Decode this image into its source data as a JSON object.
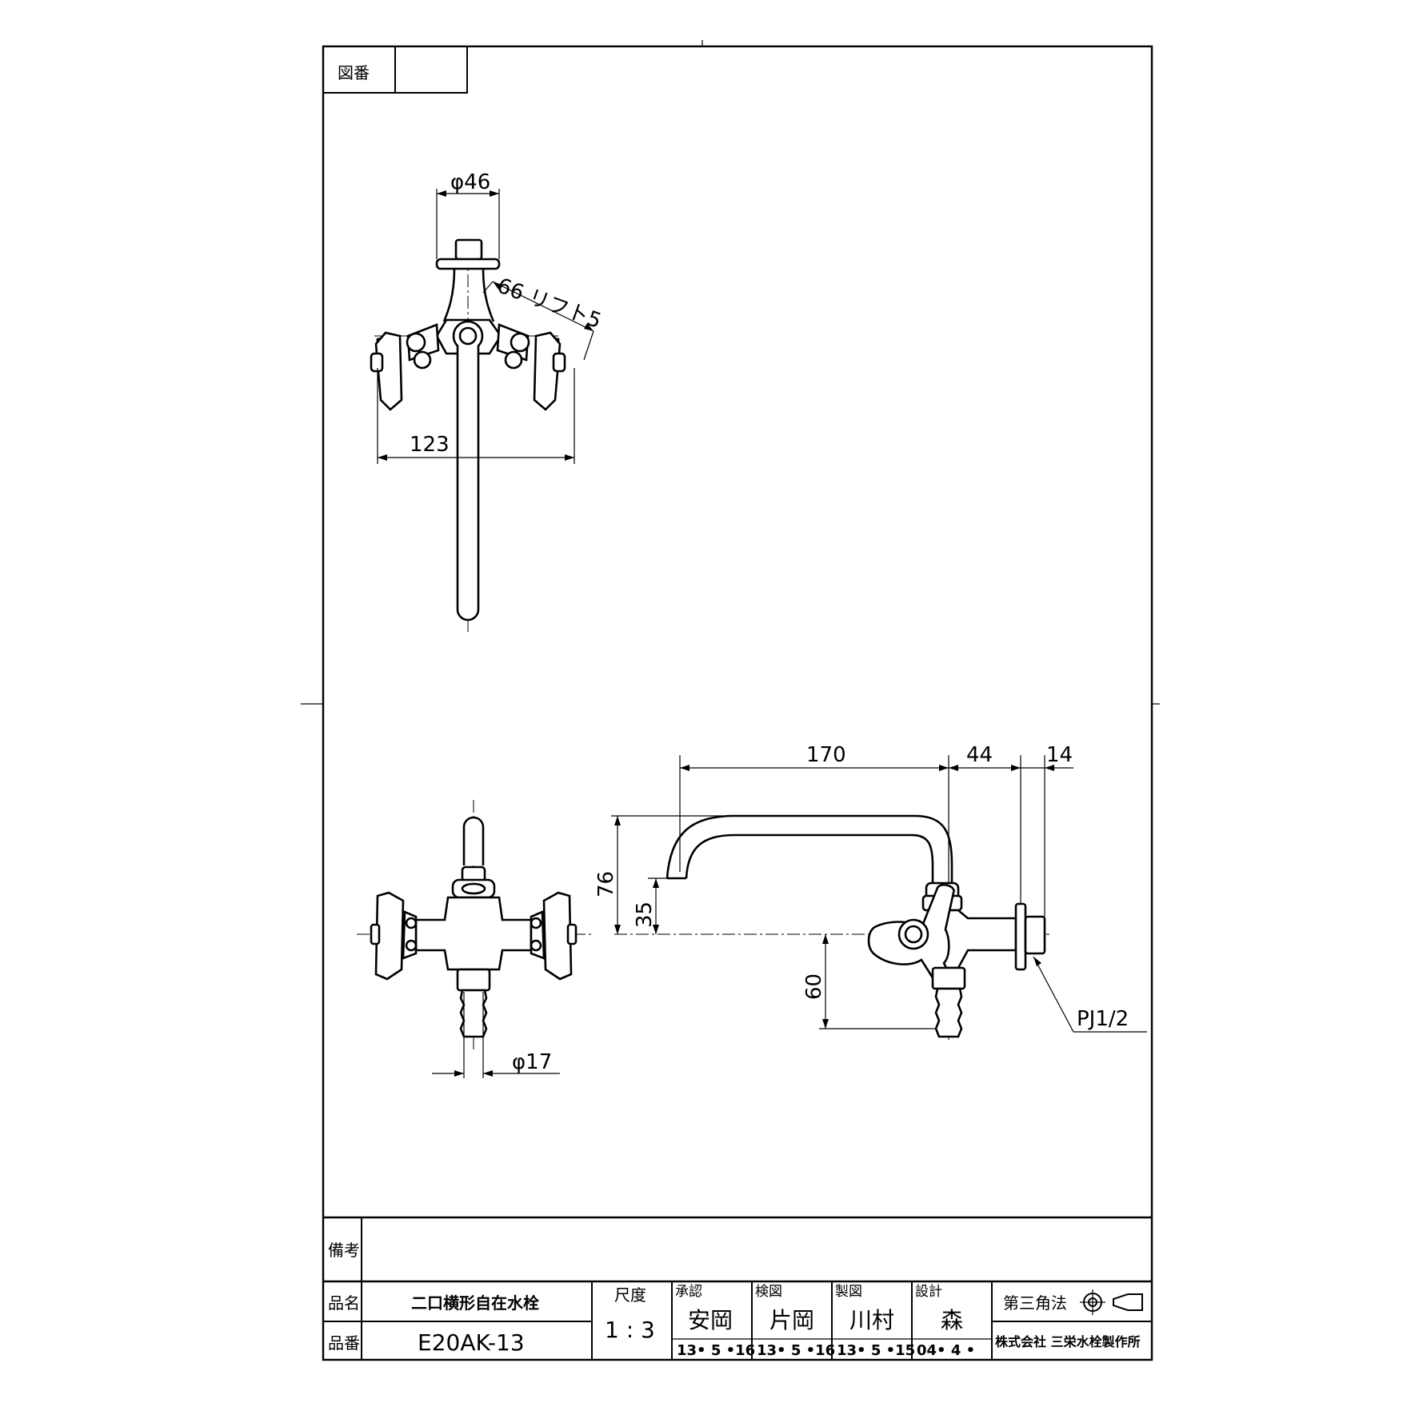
{
  "title_block": {
    "drawing_no_label": "図番",
    "drawing_no_value": "",
    "remarks_label": "備考",
    "remarks_value": "",
    "product_name_label": "品名",
    "product_name": "二口横形自在水栓",
    "product_no_label": "品番",
    "product_no": "E20AK-13",
    "scale_label": "尺度",
    "scale": "1 : 3",
    "approved_label": "承認",
    "approved_by": "安岡",
    "approved_date": "13• 5 •16",
    "checked_label": "検図",
    "checked_by": "片岡",
    "checked_date": "13• 5 •16",
    "drawn_label": "製図",
    "drawn_by": "川村",
    "drawn_date": "13• 5 •15",
    "designed_label": "設計",
    "designed_by": "森",
    "designed_date": "04• 4 •",
    "projection_label": "第三角法",
    "company": "株式会社 三栄水栓製作所"
  },
  "dimensions": {
    "top_view": {
      "flange_diameter": "φ46",
      "handle_rotation": "66 リフト5",
      "handle_span": "123"
    },
    "front_view": {
      "hose_diameter": "φ17"
    },
    "side_view": {
      "spout_reach": "170",
      "body_length": "44",
      "flange_thickness": "14",
      "spout_height": "76",
      "outlet_height": "35",
      "hose_drop": "60",
      "connection_thread": "PJ1/2"
    }
  }
}
